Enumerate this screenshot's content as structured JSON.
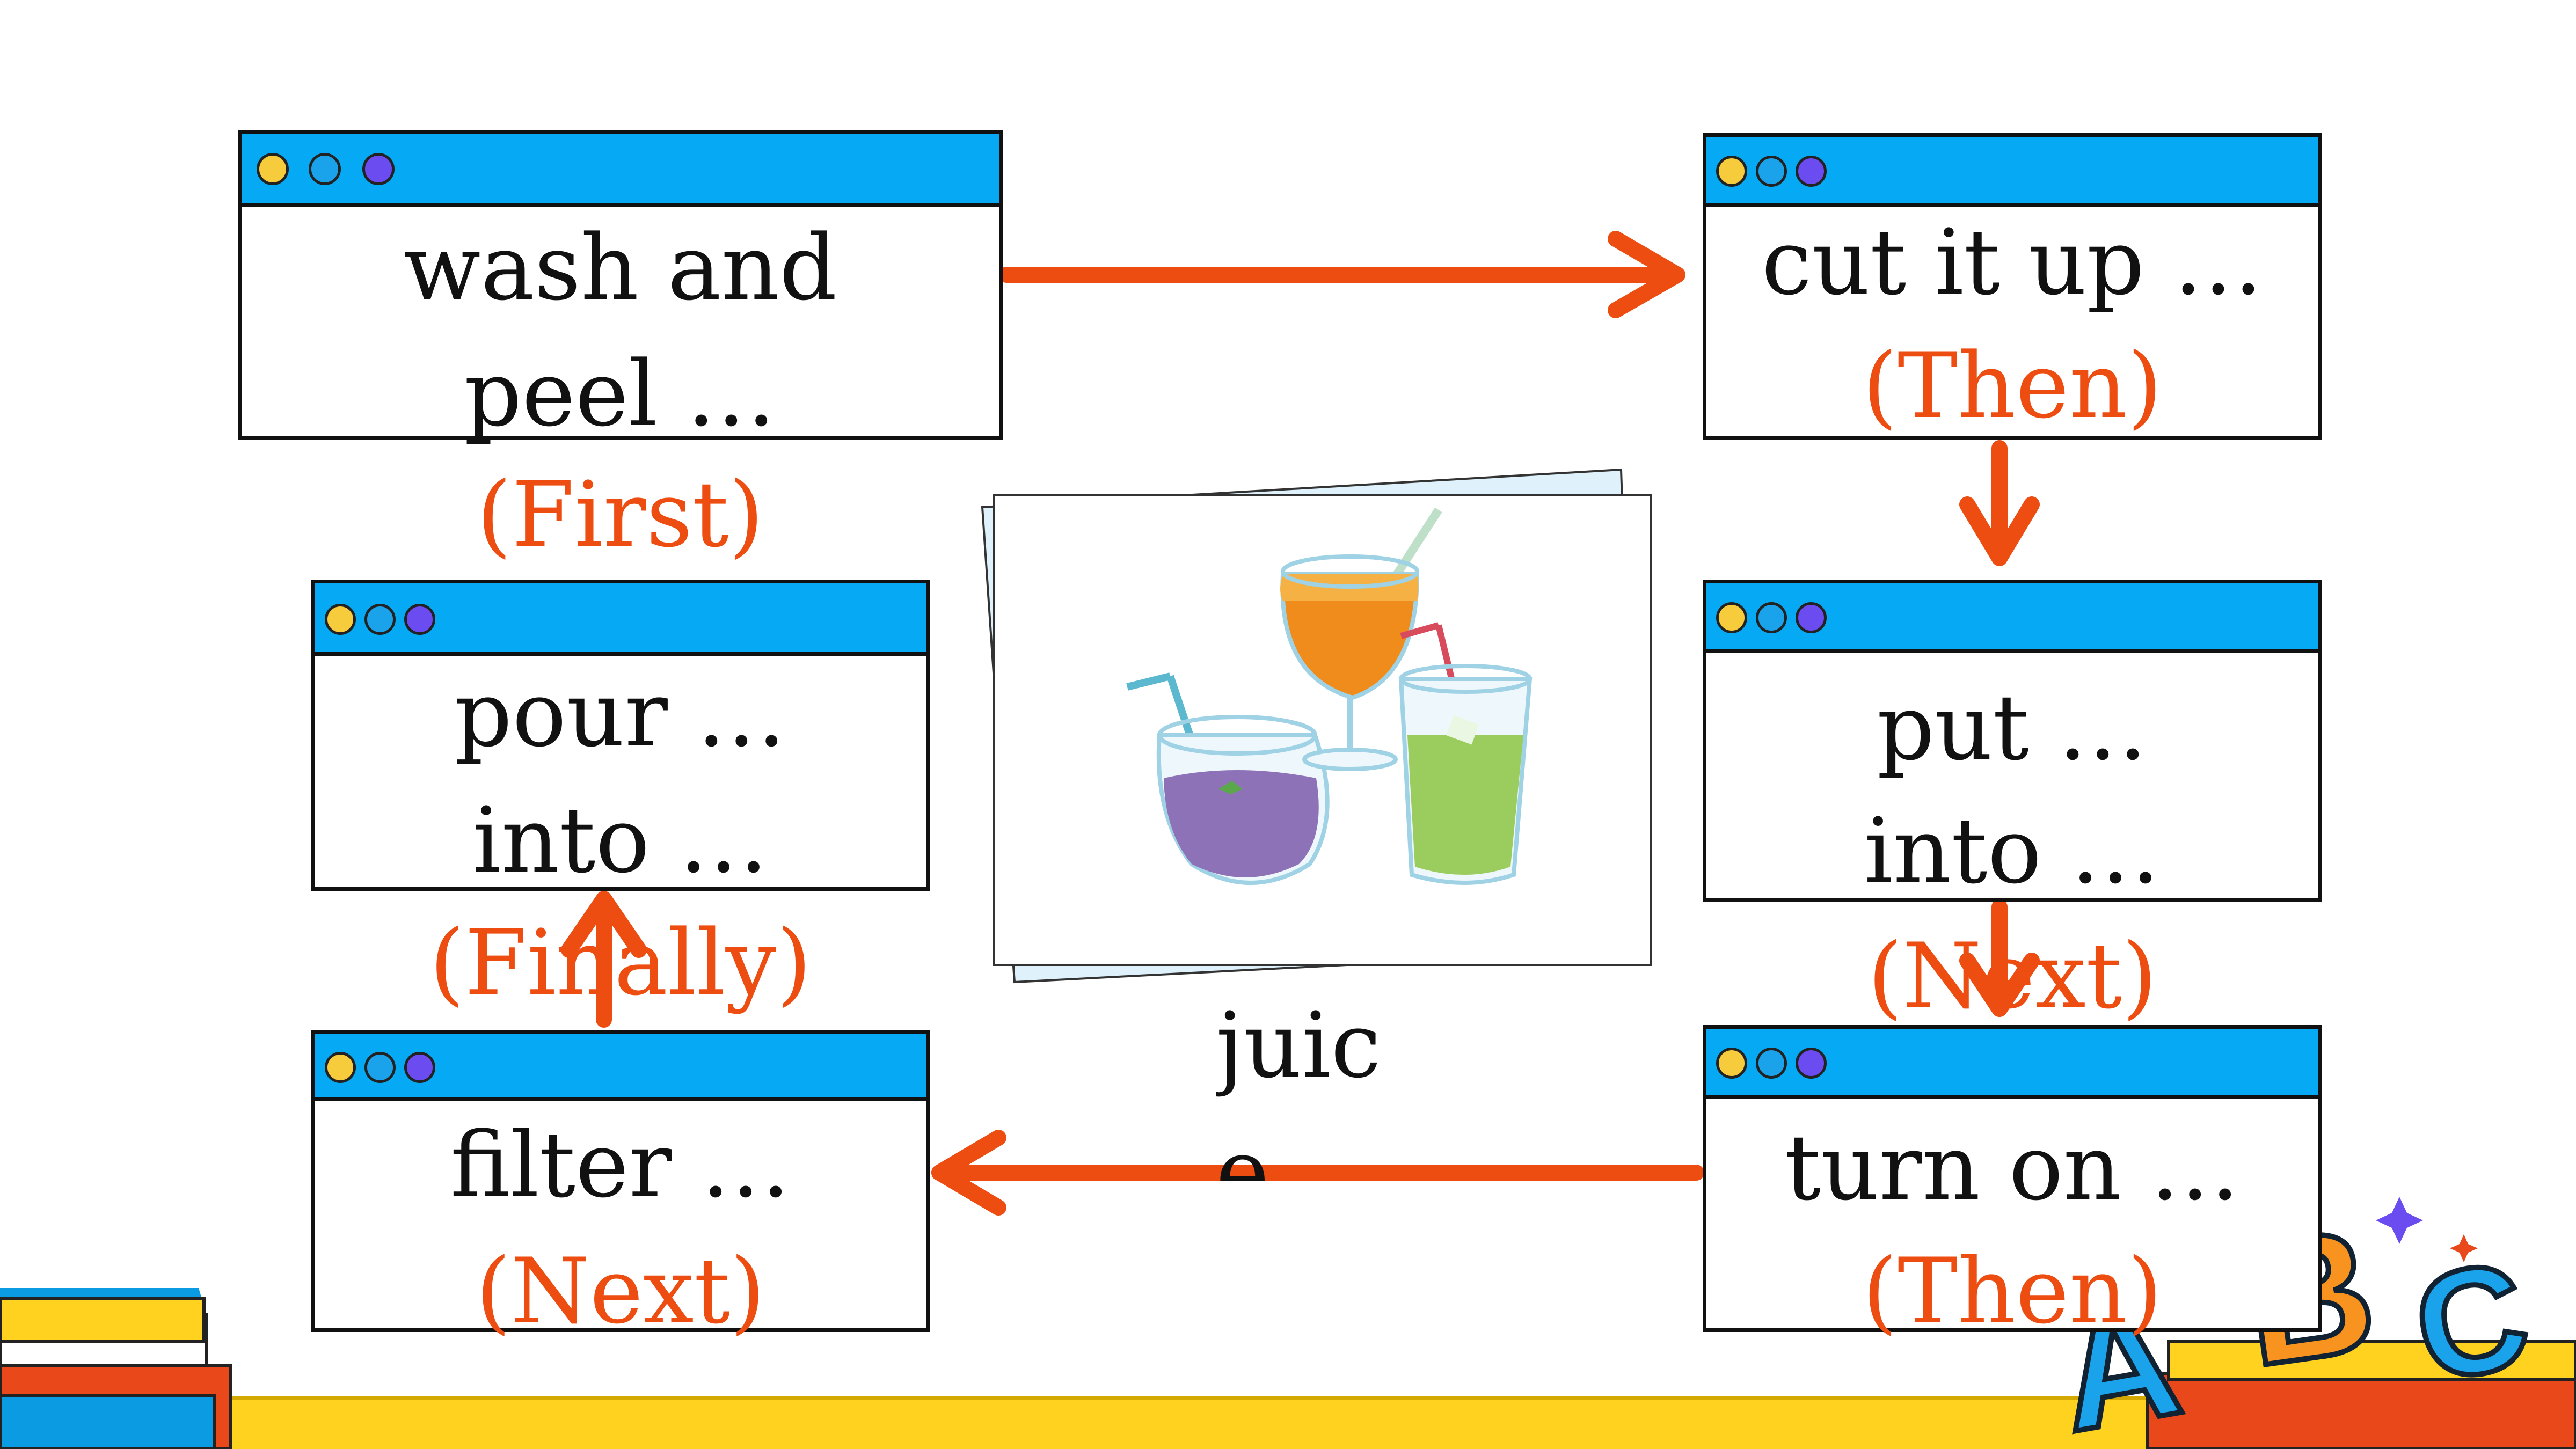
{
  "steps": {
    "wash": {
      "line1": "wash and",
      "line2": "peel …",
      "label": "(First)"
    },
    "cut": {
      "line1": "cut it up …",
      "label": "(Then)"
    },
    "put": {
      "line1": "put …",
      "line2": "into …",
      "label": "(Next)"
    },
    "turn": {
      "line1": "turn on …",
      "label": "(Then)"
    },
    "filter": {
      "line1": "filter …",
      "label": "(Next)"
    },
    "pour": {
      "line1": "pour …",
      "line2": "into …",
      "label": "(Finally)"
    }
  },
  "center": {
    "caption_line1": "juic",
    "caption_line2": "e"
  },
  "decor_letters": {
    "a": "A",
    "b": "B",
    "c": "C"
  },
  "colors": {
    "accent": "#ee4d12",
    "window_bar": "#05a9f4",
    "dot_yellow": "#f6cb3c",
    "dot_blue": "#1aa3ea",
    "dot_purple": "#6a4cf0",
    "floor": "#ffd21f"
  }
}
